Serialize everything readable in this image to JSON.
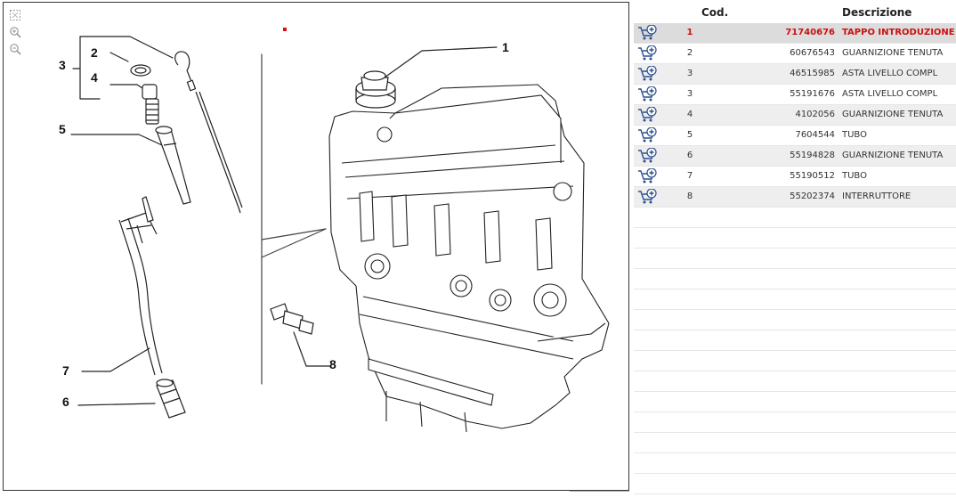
{
  "toolbar": {
    "icons": [
      "fit-icon",
      "zoom-in-icon",
      "zoom-out-icon"
    ]
  },
  "diagram": {
    "callouts": [
      "1",
      "2",
      "3",
      "4",
      "5",
      "6",
      "7",
      "8"
    ]
  },
  "table": {
    "headers": {
      "code": "Cod.",
      "description": "Descrizione"
    },
    "rows": [
      {
        "pos": "1",
        "code": "71740676",
        "desc": "TAPPO INTRODUZIONE"
      },
      {
        "pos": "2",
        "code": "60676543",
        "desc": "GUARNIZIONE TENUTA"
      },
      {
        "pos": "3",
        "code": "46515985",
        "desc": "ASTA LIVELLO COMPL"
      },
      {
        "pos": "3",
        "code": "55191676",
        "desc": "ASTA LIVELLO COMPL"
      },
      {
        "pos": "4",
        "code": "4102056",
        "desc": "GUARNIZIONE TENUTA"
      },
      {
        "pos": "5",
        "code": "7604544",
        "desc": "TUBO"
      },
      {
        "pos": "6",
        "code": "55194828",
        "desc": "GUARNIZIONE TENUTA"
      },
      {
        "pos": "7",
        "code": "55190512",
        "desc": "TUBO"
      },
      {
        "pos": "8",
        "code": "55202374",
        "desc": "INTERRUTTORE"
      }
    ],
    "selected_color": "#cc1111",
    "cart_icon_color": "#2a4f8f"
  }
}
